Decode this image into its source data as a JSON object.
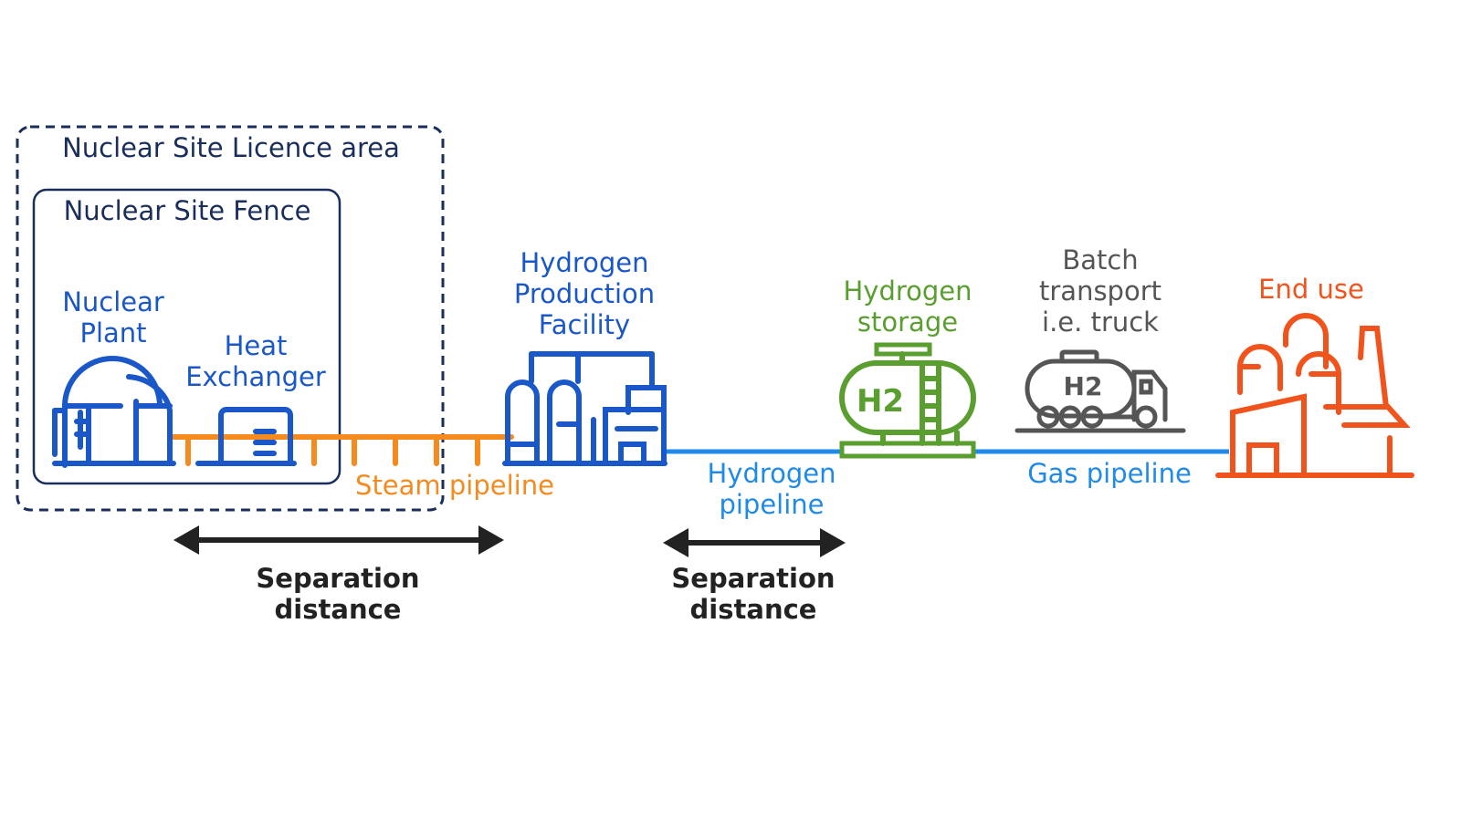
{
  "colors": {
    "navy": "#1a2e5c",
    "nuclear_blue": "#1a57c8",
    "steam_orange": "#f58a1f",
    "pipeline_blue": "#1f8ae8",
    "storage_green": "#5a9e2f",
    "truck_gray": "#555555",
    "end_use_red": "#f0541c",
    "arrow_black": "#222222"
  },
  "zones": {
    "licence_area": "Nuclear Site Licence area",
    "site_fence": "Nuclear Site Fence"
  },
  "nodes": {
    "nuclear_plant": {
      "label": "Nuclear\nPlant",
      "icon": "nuclear-plant-icon"
    },
    "heat_exchanger": {
      "label": "Heat\nExchanger",
      "icon": "heat-exchanger-icon"
    },
    "hydrogen_production": {
      "label": "Hydrogen\nProduction\nFacility",
      "icon": "hydrogen-production-icon"
    },
    "hydrogen_storage": {
      "label": "Hydrogen\nstorage",
      "icon": "hydrogen-tank-icon",
      "icon_text": "H2"
    },
    "batch_transport": {
      "label": "Batch\ntransport\ni.e. truck",
      "icon": "hydrogen-truck-icon",
      "icon_text": "H2"
    },
    "end_use": {
      "label": "End use",
      "icon": "factory-icon"
    }
  },
  "pipelines": {
    "steam": "Steam pipeline",
    "hydrogen": "Hydrogen\npipeline",
    "gas": "Gas pipeline"
  },
  "separations": [
    {
      "label": "Separation\ndistance"
    },
    {
      "label": "Separation\ndistance"
    }
  ]
}
